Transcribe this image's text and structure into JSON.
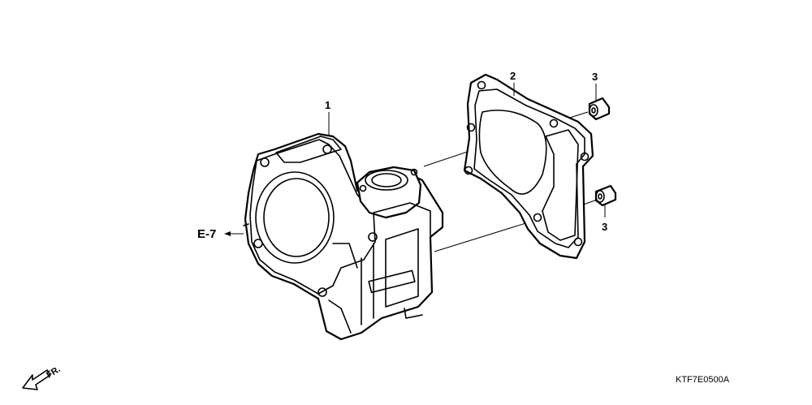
{
  "diagram": {
    "callouts": [
      {
        "id": "1",
        "text": "1"
      },
      {
        "id": "2",
        "text": "2"
      },
      {
        "id": "3a",
        "text": "3"
      },
      {
        "id": "3b",
        "text": "3"
      }
    ],
    "reference": "E-7",
    "direction": "FR.",
    "drawing_code": "KTF7E0500A",
    "colors": {
      "line": "#000000",
      "background": "#ffffff"
    }
  }
}
